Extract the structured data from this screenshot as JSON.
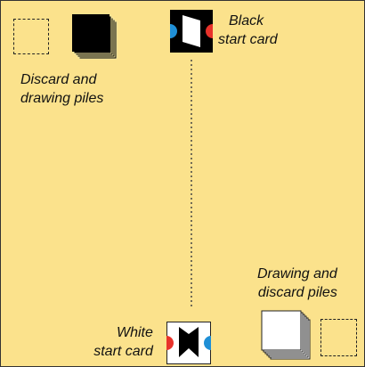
{
  "labels": {
    "black_start_1": "Black",
    "black_start_2": "start card",
    "top_piles_1": "Discard and",
    "top_piles_2": "drawing piles",
    "bottom_piles_1": "Drawing and",
    "bottom_piles_2": "discard piles",
    "white_start_1": "White",
    "white_start_2": "start card"
  },
  "colors": {
    "background": "#fbe28c",
    "black_card": "#000000",
    "white_card": "#ffffff",
    "dot_blue": "#1f8fd6",
    "dot_red": "#e8322a"
  }
}
